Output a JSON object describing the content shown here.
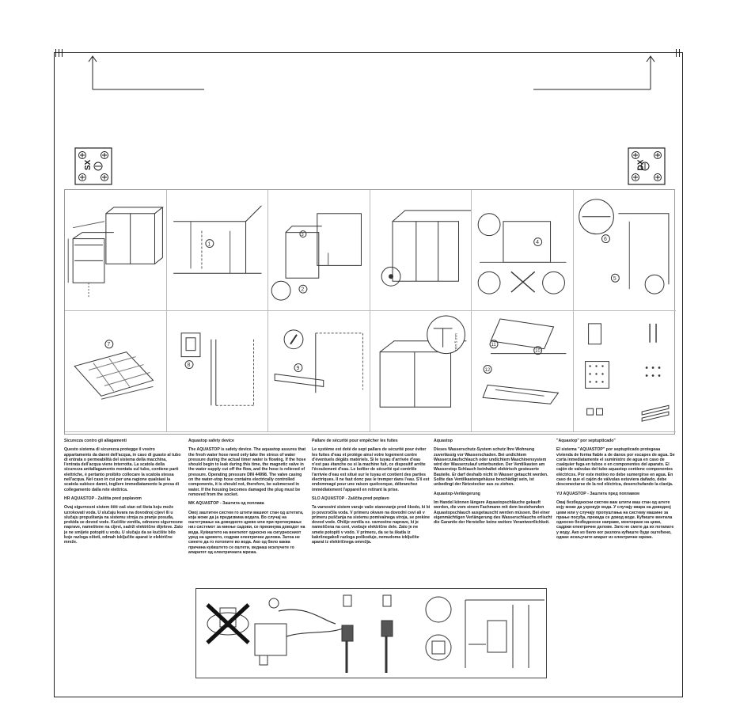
{
  "plates": {
    "left_label": "SX",
    "right_label": "DX"
  },
  "figure_numbers": [
    "1",
    "2",
    "3",
    "4",
    "5",
    "6",
    "7",
    "8",
    "9",
    "10",
    "11",
    "12"
  ],
  "dimensions": {
    "d_min": "min 5 mm"
  },
  "texts": [
    {
      "key": "it",
      "paragraphs": [
        "Sicurezza contro gli allagamenti",
        "Questo sistema di sicurezza protegge il vostro appartamento da danni dell'acqua, in caso di guasto al tubo di entrata o permeabilità del sistema della macchina, l'entrata dell'acqua viene interrotta. La scatola della sicurezza antiallagamento montata sul tubo, contiene parti elettriche, è pertanto proibito collocare la scatola stessa nell'acqua. Nel caso in cui per una ragione qualsiasi la scatola subisce danni, togliere immediatamente la presa di collegamento dalla rete elettrica.",
        "HR AQUASTOP - Zaštita pred poplavom",
        "Ovaj sigurnosni sistem štiti vaš stan od šteta koju može uzrokovati voda. U slučaju kvara na dovodnoj cijevi ili u slučaju propuštanja na sistemu stroja za pranje posuđa, prekida se dovod vode. Kućište ventila, odnosno sigurnosne naprave, nameštene na cijevi, sadrži električne dijelove. Zato je ne smijete potopiti u vodu. U slučaju da se kućište bilo koje razloga ošteti, odmah isključite aparat iz električne mreže."
      ]
    },
    {
      "key": "en",
      "paragraphs": [
        "Aquastop safety device",
        "The AQUASTOP is safety device. The aquastop assures that the fresh water hose need only take the stress of water pressure during the actual timer water is flowing. If the hose should begin to leak during this time, the magnetic valve in the water supply cut off the flow, and the hose is relieved of pressure. Operating pressure DIN 44998. The valve casing on the water-stop hose contains electrically controlled components, it is should not, therefore, be submersed in water. If the housing becomes damaged the plug must be removed from the socket.",
        "MK AQUASTOP - Заштита од поплава",
        "Овој заштитен систем го штити вашиот стан од штетата, која може да ја предизвика водата. Во случај на оштетување на доводното црево или при протекување низ системот за миење садови, се прекинува доводот на вода. Куќиштето на вентилот односно на сигурносниот уред на цревото, содржи електрични делови. Затоа не смеете да го потопите во вода. Ако од било каква причина куќиштето се оштети, веднаш исклучете го апаратот од електричната мрежа."
      ]
    },
    {
      "key": "fr",
      "paragraphs": [
        "Pallare de sécurité pour empêcher les fuites",
        "Le système est doté de sept pallars de sécurité pour éviter les fuites d'eau et protège ainsi votre logement contre d'éventuels dégâts matériels. Si le tuyau d'arrivée d'eau n'est pas étanche ou si la machine fuit, ce dispositif arrête l'écoulement d'eau. Le boîtier de sécurité qui contrôle l'arrivée d'eau est situé sur le tuyau et contient des parties électriques. Il ne faut donc pas le tremper dans l'eau. S'il est endommagé pour une raison quelconque, débranchez immédiatement l'appareil en retirant la prise.",
        "SLO AQUASTOP - Zaščita pred poplavo",
        "Ta varnostni sistem varuje vaše stanovanje pred škodo, ki bi jo povzročila voda. V primeru okvare na dovodni cevi ali v primeru puščanja na sistemu pomivalnega stroja, se prekine dovod vode. Ohišje ventila oz. varnostne naprave, ki je nameščena na cevi, vsebuje električne dele. Zato je ne smete potopiti v vodo. V primeru, da se ta škatla iz kakršnegakoli razloga poškoduje, nemudoma izključite aparat iz električnega omrežja."
      ]
    },
    {
      "key": "de",
      "paragraphs": [
        "Aquastop",
        "Dieses Wasserschutz-System schutz Ihre Wohnung zuverlässig vor Wasserschaden. Bei undichtem Wasserzulaufschlauch oder undichtem Maschinensystem wird der Wasserzulauf unterbunden. Der Ventilkasten am Wasserstop Schlauch beinhaltet elektrisch gesteuerte Bauteile. Er darf deshalb nicht in Wasser getaucht werden. Sollte das Ventilkastengehäuse beschädigt sein, ist unbedingt der Netzstecker aus zu ziehen.",
        "Aquastop-Verlängerung",
        "Im Handel können längere Aquastopschläuche gekauft werden, die vom einem Fachmann mit dem bestehenden Aquastopschlauch ausgetauscht werden müssen. Bei einer eigenmächtigen Verlängerung des Wasserschlauchs erlischt die Garantie der Hersteller keine weitere Verantwortlichkeit."
      ]
    },
    {
      "key": "es",
      "paragraphs": [
        "\"Aquastop\" por septupticado\"",
        "El sistema \"AQUASTOP\" por septupticado protegeaa vivienda de forma fiable a de danos por escapes de agua. Se corta inmediatamente el suministro de agua en caso de cualquier fuga en tubos o en componentes del aparato. El cajón de valvulas del tubo aquastop contiene componentes eléctricos. Por este motivo no debe sumergirse en agua. En caso de que el cajón de válvulas estuviera dañado, debe desconectarse de la red eléctrica, desenchufando la clavija.",
        "YU AQUASTOP - Заштита пред поплавом",
        "Овај безбедносни систем вам штити ваш стан од штете коју може да узрокује вода. У случају квара на доводној цеви или у случају пропуштања на систему машине за прање посуђа, прекида се довод воде. Кућиште вентила односно безбедносне направе, монтиране на цеви, садржи електричне делове. Зато не смете да их потапате у воду. Ако из било ког разлога кућиште буде оштећено, одмах искључите апарат из електричне мреже."
      ]
    }
  ]
}
